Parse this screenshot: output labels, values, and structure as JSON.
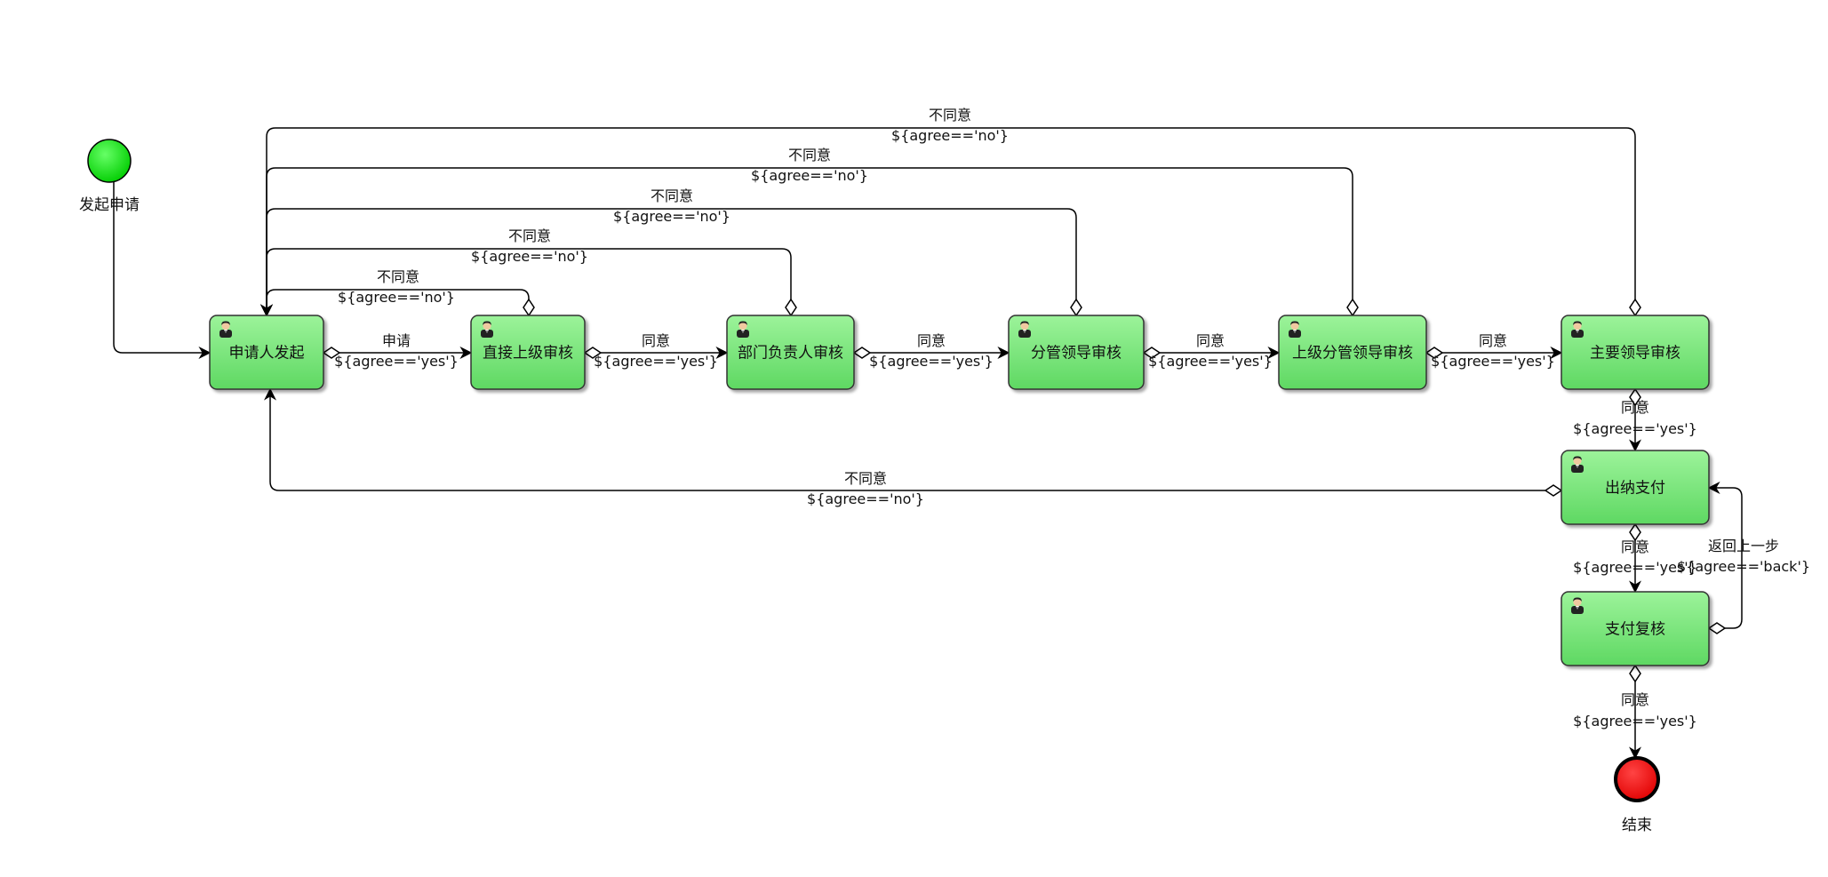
{
  "start_event": {
    "label": "发起申请",
    "color": "#00ee00"
  },
  "end_event": {
    "label": "结束",
    "color": "#ff0000"
  },
  "task_style": {
    "fill_top": "#9cf39a",
    "fill_bottom": "#5ed862",
    "border": "#333333"
  },
  "tasks": [
    {
      "id": "t1",
      "label": "申请人发起"
    },
    {
      "id": "t2",
      "label": "直接上级审核"
    },
    {
      "id": "t3",
      "label": "部门负责人审核"
    },
    {
      "id": "t4",
      "label": "分管领导审核"
    },
    {
      "id": "t5",
      "label": "上级分管领导审核"
    },
    {
      "id": "t6",
      "label": "主要领导审核"
    },
    {
      "id": "t7",
      "label": "出纳支付"
    },
    {
      "id": "t8",
      "label": "支付复核"
    }
  ],
  "edges": [
    {
      "id": "e-t1-t2",
      "name": "申请",
      "condition": "${agree=='yes'}"
    },
    {
      "id": "e-t2-t3",
      "name": "同意",
      "condition": "${agree=='yes'}"
    },
    {
      "id": "e-t3-t4",
      "name": "同意",
      "condition": "${agree=='yes'}"
    },
    {
      "id": "e-t4-t5",
      "name": "同意",
      "condition": "${agree=='yes'}"
    },
    {
      "id": "e-t5-t6",
      "name": "同意",
      "condition": "${agree=='yes'}"
    },
    {
      "id": "e-t6-t7",
      "name": "同意",
      "condition": "${agree=='yes'}"
    },
    {
      "id": "e-t7-t8",
      "name": "同意",
      "condition": "${agree=='yes'}"
    },
    {
      "id": "e-t8-end",
      "name": "同意",
      "condition": "${agree=='yes'}"
    },
    {
      "id": "e-t8-t7",
      "name": "返回上一步",
      "condition": "${agree=='back'}"
    },
    {
      "id": "e-t2-t1",
      "name": "不同意",
      "condition": "${agree=='no'}"
    },
    {
      "id": "e-t3-t1",
      "name": "不同意",
      "condition": "${agree=='no'}"
    },
    {
      "id": "e-t4-t1",
      "name": "不同意",
      "condition": "${agree=='no'}"
    },
    {
      "id": "e-t5-t1",
      "name": "不同意",
      "condition": "${agree=='no'}"
    },
    {
      "id": "e-t6-t1",
      "name": "不同意",
      "condition": "${agree=='no'}"
    },
    {
      "id": "e-t7-t1",
      "name": "不同意",
      "condition": "${agree=='no'}"
    }
  ]
}
